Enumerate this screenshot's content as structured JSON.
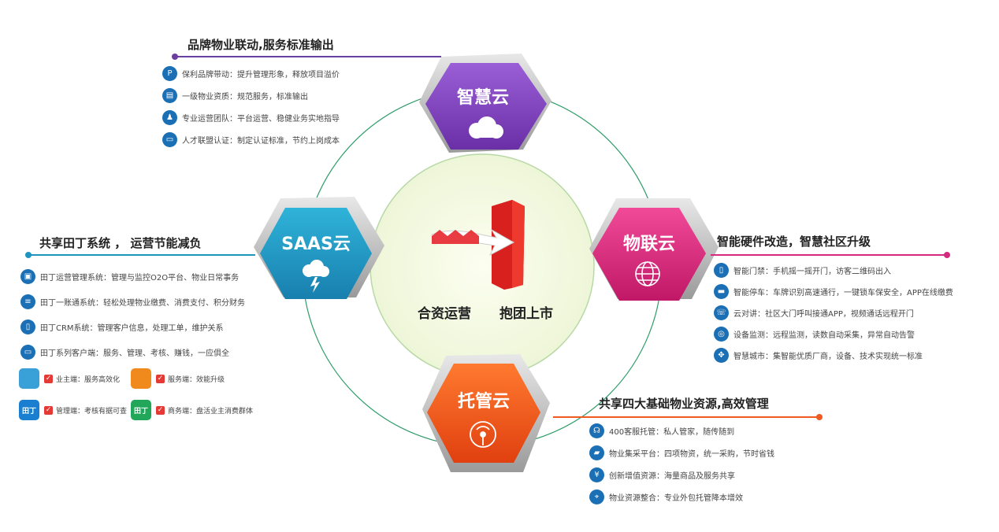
{
  "hexagons": {
    "top": {
      "label": "智慧云",
      "icon": "cloud-icon",
      "color": "#7b3fb8"
    },
    "left": {
      "label": "SAAS云",
      "icon": "cloud-lightning-icon",
      "color": "#1d95be"
    },
    "right": {
      "label": "物联云",
      "icon": "globe-icon",
      "color": "#d62a7e"
    },
    "bottom": {
      "label": "托管云",
      "icon": "broadcast-icon",
      "color": "#ee5a1f"
    }
  },
  "center": {
    "left_text": "合资运营",
    "right_text": "抱团上市",
    "graphic": "growth-arrow-icon"
  },
  "sections": {
    "top_left": {
      "title": "品牌物业联动,服务标准输出",
      "color": "#6a3fa0",
      "items": [
        {
          "text": "保利品牌带动：提升管理形象，释放项目溢价",
          "icon": "p-logo-icon"
        },
        {
          "text": "一级物业资质：规范服务，标准输出",
          "icon": "document-icon"
        },
        {
          "text": "专业运营团队：平台运营、稳健业务实地指导",
          "icon": "team-icon"
        },
        {
          "text": "人才联盟认证：制定认证标准，节约上岗成本",
          "icon": "certificate-icon"
        }
      ]
    },
    "left": {
      "title": "共享田丁系统 ， 运营节能减负",
      "color": "#1d95be",
      "items": [
        {
          "text": "田丁运营管理系统：管理与监控O2O平台、物业日常事务",
          "icon": "system-icon"
        },
        {
          "text": "田丁一账通系统：轻松处理物业缴费、消费支付、积分财务",
          "icon": "layers-icon"
        },
        {
          "text": "田丁CRM系统：管理客户信息，处理工单，维护关系",
          "icon": "phone-icon"
        },
        {
          "text": "田丁系列客户端：服务、管理、考核、赚钱，一应俱全",
          "icon": "monitor-icon"
        }
      ],
      "apps": [
        {
          "text": "业主端：服务高效化",
          "tile": "",
          "color": "#3aa0d8",
          "icon": "owner-app-icon"
        },
        {
          "text": "服务端：效能升级",
          "tile": "",
          "color": "#f08a1c",
          "icon": "service-app-icon"
        },
        {
          "text": "管理端：考核有据可查",
          "tile": "田丁",
          "color": "#1a7fd0",
          "icon": "manager-app-icon"
        },
        {
          "text": "商务端：盘活业主消费群体",
          "tile": "田丁",
          "color": "#21a65a",
          "icon": "business-app-icon"
        }
      ]
    },
    "right": {
      "title": "智能硬件改造，智慧社区升级",
      "color": "#d62a7e",
      "items": [
        {
          "text": "智能门禁：手机摇一摇开门，访客二维码出入",
          "icon": "door-icon"
        },
        {
          "text": "智能停车：车牌识别高速通行，一键锁车保安全，APP在线缴费",
          "icon": "car-icon"
        },
        {
          "text": "云对讲：社区大门呼叫接通APP，视频通话远程开门",
          "icon": "intercom-icon"
        },
        {
          "text": "设备监测：远程监测，读数自动采集，异常自动告警",
          "icon": "monitor-search-icon"
        },
        {
          "text": "智慧城市：集智能优质厂商，设备、技术实现统一标准",
          "icon": "network-icon"
        }
      ]
    },
    "bottom_right": {
      "title": "共享四大基础物业资源,高效管理",
      "color": "#ee5a1f",
      "items": [
        {
          "text": "400客服托管：私人管家，随传随到",
          "icon": "headset-icon"
        },
        {
          "text": "物业集采平台：四项物资，统一采购，节时省钱",
          "icon": "truck-icon"
        },
        {
          "text": "创新增值资源：海量商品及服务共享",
          "icon": "value-icon"
        },
        {
          "text": "物业资源整合：专业外包托管降本增效",
          "icon": "location-icon"
        }
      ]
    }
  }
}
